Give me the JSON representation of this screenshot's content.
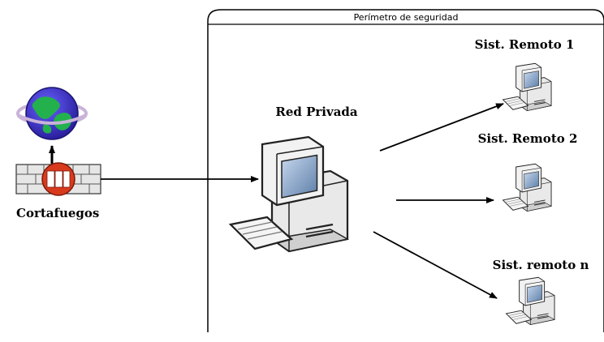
{
  "diagram": {
    "perimeter_label": "Perímetro de seguridad",
    "firewall_label": "Cortafuegos",
    "private_network_label": "Red Privada",
    "remote_systems": [
      {
        "label": "Sist. Remoto 1"
      },
      {
        "label": "Sist. Remoto 2"
      },
      {
        "label": "Sist. remoto n"
      }
    ],
    "icons": {
      "internet": "globe-icon",
      "firewall": "firewall-icon",
      "private_pc": "computer-icon",
      "remote_pc": "computer-icon"
    },
    "colors": {
      "globe_ocean": "#3a2fd0",
      "globe_land": "#22b14c",
      "firewall_red": "#d83a1e",
      "pc_body": "#dcdcdc",
      "screen": "#7d9cc0"
    }
  }
}
